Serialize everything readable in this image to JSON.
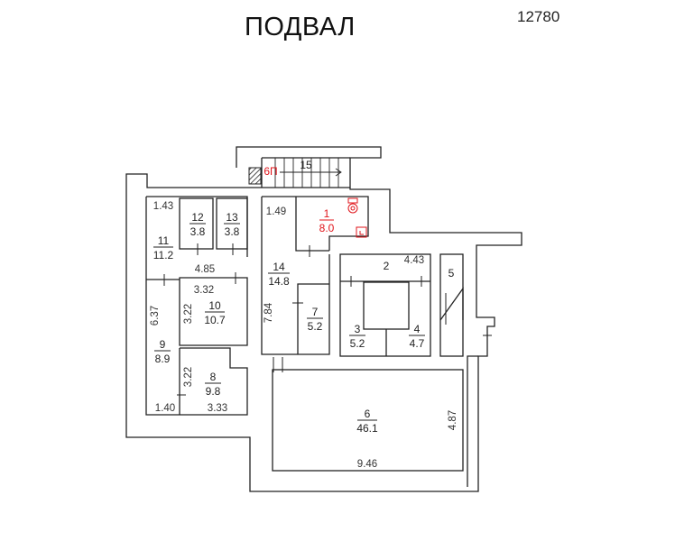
{
  "header": {
    "title": "ПОДВАЛ",
    "code": "12780"
  },
  "stair_label": "15",
  "technical_label": "6П",
  "rooms": [
    {
      "number": "1",
      "area": "8.0"
    },
    {
      "number": "2",
      "area": ""
    },
    {
      "number": "3",
      "area": "5.2"
    },
    {
      "number": "4",
      "area": "4.7"
    },
    {
      "number": "5",
      "area": ""
    },
    {
      "number": "6",
      "area": "46.1"
    },
    {
      "number": "7",
      "area": "5.2"
    },
    {
      "number": "8",
      "area": "9.8"
    },
    {
      "number": "9",
      "area": "8.9"
    },
    {
      "number": "10",
      "area": "10.7"
    },
    {
      "number": "11",
      "area": "11.2"
    },
    {
      "number": "12",
      "area": "3.8"
    },
    {
      "number": "13",
      "area": "3.8"
    },
    {
      "number": "14",
      "area": "14.8"
    }
  ],
  "dimensions": [
    "1.43",
    "1.49",
    "4.85",
    "3.32",
    "6.37",
    "3.22",
    "7.84",
    "4.43",
    "3.22",
    "1.40",
    "3.33",
    "4.87",
    "9.46"
  ],
  "colors": {
    "fixture_red": "#e0151b",
    "wall": "#222222"
  }
}
